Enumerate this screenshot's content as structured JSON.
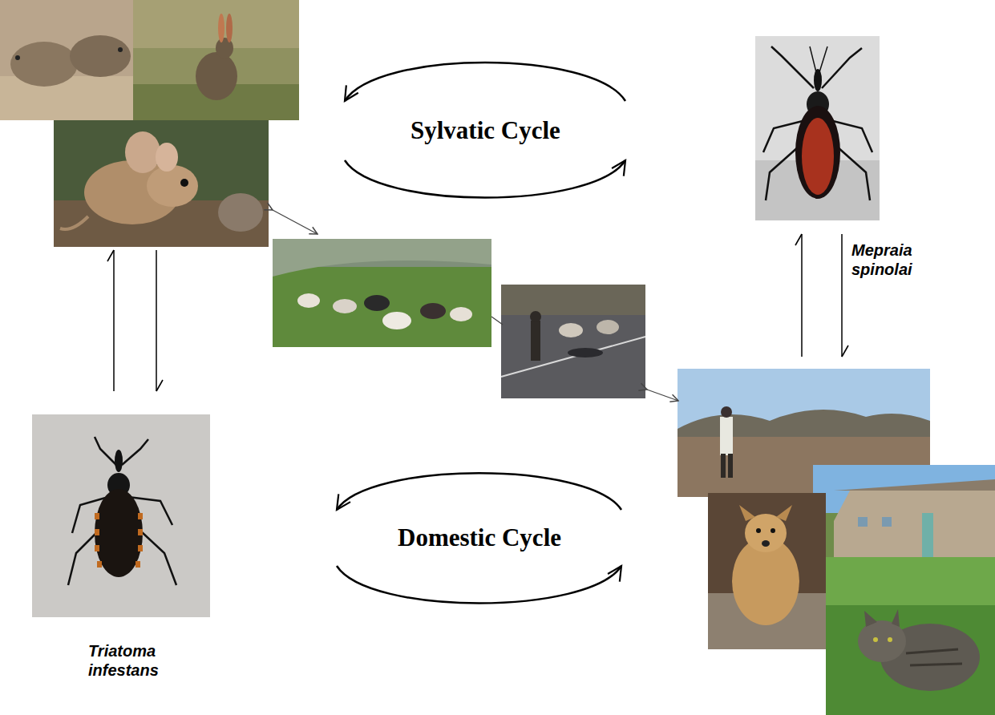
{
  "diagram": {
    "labels": [
      "Sylvatic Cycle",
      "Domestic Cycle",
      "Mepraia spinolai",
      "Triatoma infestans"
    ]
  }
}
